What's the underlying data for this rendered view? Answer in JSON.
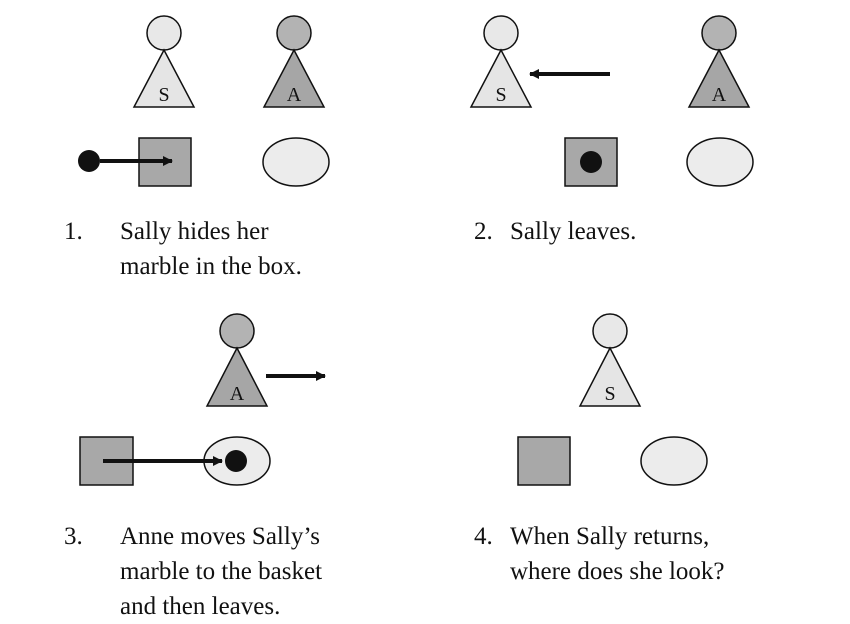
{
  "colors": {
    "head_light": "#e8e8e8",
    "head_dark": "#b3b3b3",
    "body_light": "#e5e5e5",
    "body_dark": "#a6a6a6",
    "box": "#a8a8a8",
    "basket": "#ececec",
    "ink": "#111111"
  },
  "figures": {
    "sally_letter": "S",
    "anne_letter": "A"
  },
  "panels": [
    {
      "number": "1.",
      "lines": [
        "Sally hides her",
        "marble in the box."
      ]
    },
    {
      "number": "2.",
      "lines": [
        "Sally leaves."
      ]
    },
    {
      "number": "3.",
      "lines": [
        "Anne moves Sally’s",
        "marble to the basket",
        "and then leaves."
      ]
    },
    {
      "number": "4.",
      "lines": [
        "When Sally returns,",
        "where does she look?"
      ]
    }
  ]
}
